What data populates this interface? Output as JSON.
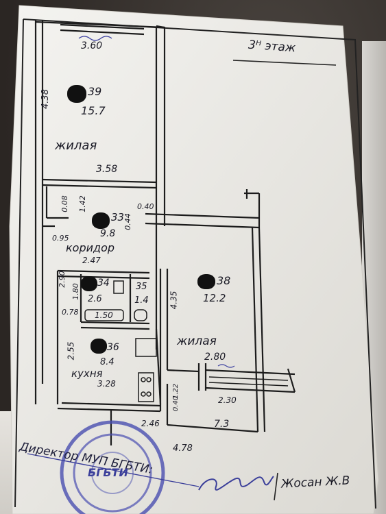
{
  "header": {
    "floor_label": "3ᴴ этаж"
  },
  "rooms": {
    "living_1": {
      "number": "39",
      "area": "15.7",
      "name": "жилая",
      "width_top": "3.60",
      "width_bottom": "3.58",
      "height": "4.38"
    },
    "corridor": {
      "number": "33",
      "area": "9.8",
      "name": "коридор",
      "dim_a": "1.42",
      "dim_b": "0.08",
      "dim_c": "0.95",
      "dim_d": "2.47",
      "dim_e": "0.40",
      "dim_f": "0.44"
    },
    "bath": {
      "number": "34",
      "area": "2.6",
      "dim_left": "2.90",
      "dim_inner": "1.80",
      "tub": "1.50",
      "dim_bottom": "0.78"
    },
    "toilet": {
      "number": "35",
      "area": "1.4"
    },
    "living_2": {
      "number": "38",
      "area": "12.2",
      "name": "жилая",
      "height": "4.35",
      "width": "2.80"
    },
    "kitchen": {
      "number": "36",
      "area": "8.4",
      "name": "кухня",
      "width": "3.28",
      "height": "2.55"
    },
    "balcony": {
      "area": "7.3",
      "dim_a": "2.30",
      "dim_b": "1.22",
      "dim_c": "0.40"
    },
    "bottom_dims": {
      "a": "2.46",
      "b": "4.78"
    }
  },
  "footer": {
    "director_label": "Директор МУП БГБТИ:",
    "signature_name": "Жосан Ж.В",
    "stamp_text": "БГБТИ"
  }
}
